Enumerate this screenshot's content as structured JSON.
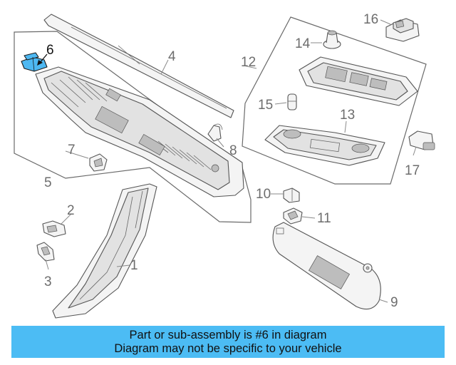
{
  "callouts": {
    "c1": "1",
    "c2": "2",
    "c3": "3",
    "c4": "4",
    "c5": "5",
    "c6": "6",
    "c7": "7",
    "c8": "8",
    "c9": "9",
    "c10": "10",
    "c11": "11",
    "c12": "12",
    "c13": "13",
    "c14": "14",
    "c15": "15",
    "c16": "16",
    "c17": "17"
  },
  "highlight": {
    "part_number": "6",
    "color": "#4db8f2"
  },
  "banner": {
    "line1": "Part or sub-assembly is #6 in diagram",
    "line2": "Diagram may not be specific to your vehicle",
    "background": "#4cbcf4"
  }
}
